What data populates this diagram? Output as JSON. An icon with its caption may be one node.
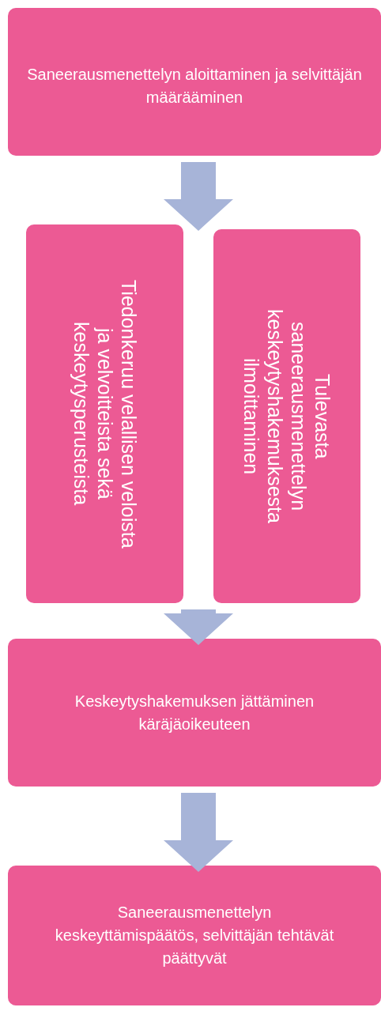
{
  "diagram": {
    "nodes": [
      {
        "text": [
          "Saneerausmenettelyn aloittaminen ja selvittäjän määrääminen"
        ]
      },
      {
        "text": [
          "Tiedonkeruu velallisen veloista ja velvoitteista sekä keskeytysperusteista"
        ]
      },
      {
        "text": [
          "Tulevasta saneerausmenettelyn keskeytyshakemuksesta ilmoittaminen"
        ]
      },
      {
        "text": [
          "Keskeytyshakemuksen jättäminen käräjäoikeuteen"
        ]
      },
      {
        "text": [
          "Saneerausmenettelyn keskeyttämispäätös, selvittäjän tehtävät päättyvät"
        ]
      }
    ],
    "edges": [
      {
        "from": 0,
        "to": 1,
        "arrow": "to"
      },
      {
        "from": 0,
        "to": 2,
        "arrow": "to"
      },
      {
        "from": 1,
        "to": 3,
        "arrow": "to"
      },
      {
        "from": 2,
        "to": 3,
        "arrow": "to"
      },
      {
        "from": 3,
        "to": 4,
        "arrow": "to"
      }
    ]
  }
}
